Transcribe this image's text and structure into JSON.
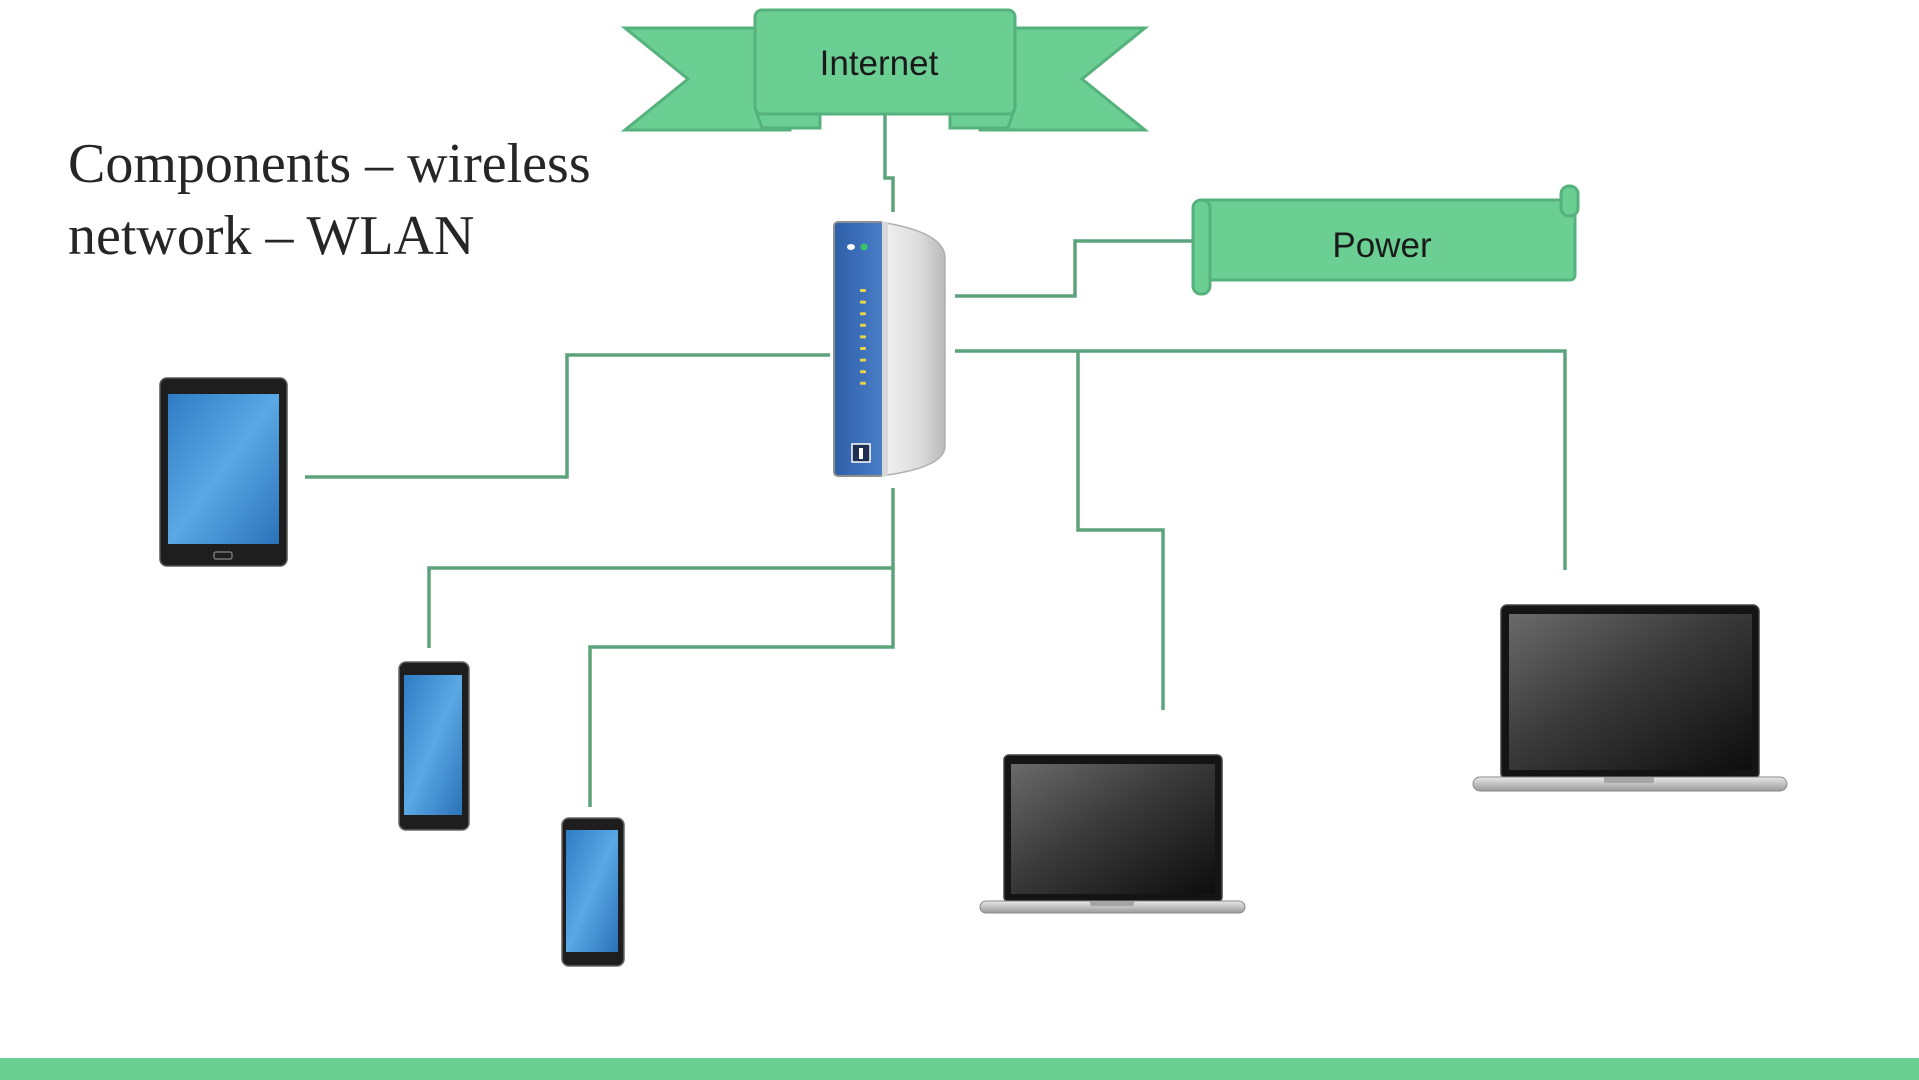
{
  "slide": {
    "title_line1": "Components – wireless",
    "title_line2": "network – WLAN"
  },
  "banners": {
    "internet_label": "Internet",
    "power_label": "Power"
  },
  "colors": {
    "accent_green": "#6bcf94",
    "banner_stroke": "#56b27c",
    "connector_line": "#5ba37a",
    "router_blue": "#3d6db5",
    "led_yellow": "#e8d44a",
    "screen_blue": "#4a97d8",
    "device_dark": "#1e1e1e",
    "laptop_silver": "#c8c8c8"
  },
  "devices": [
    {
      "name": "router",
      "icon": "wireless-router-icon"
    },
    {
      "name": "tablet",
      "icon": "tablet-icon"
    },
    {
      "name": "smartphone-1",
      "icon": "smartphone-icon"
    },
    {
      "name": "smartphone-2",
      "icon": "smartphone-icon"
    },
    {
      "name": "laptop-1",
      "icon": "laptop-icon"
    },
    {
      "name": "laptop-2",
      "icon": "laptop-icon"
    }
  ]
}
